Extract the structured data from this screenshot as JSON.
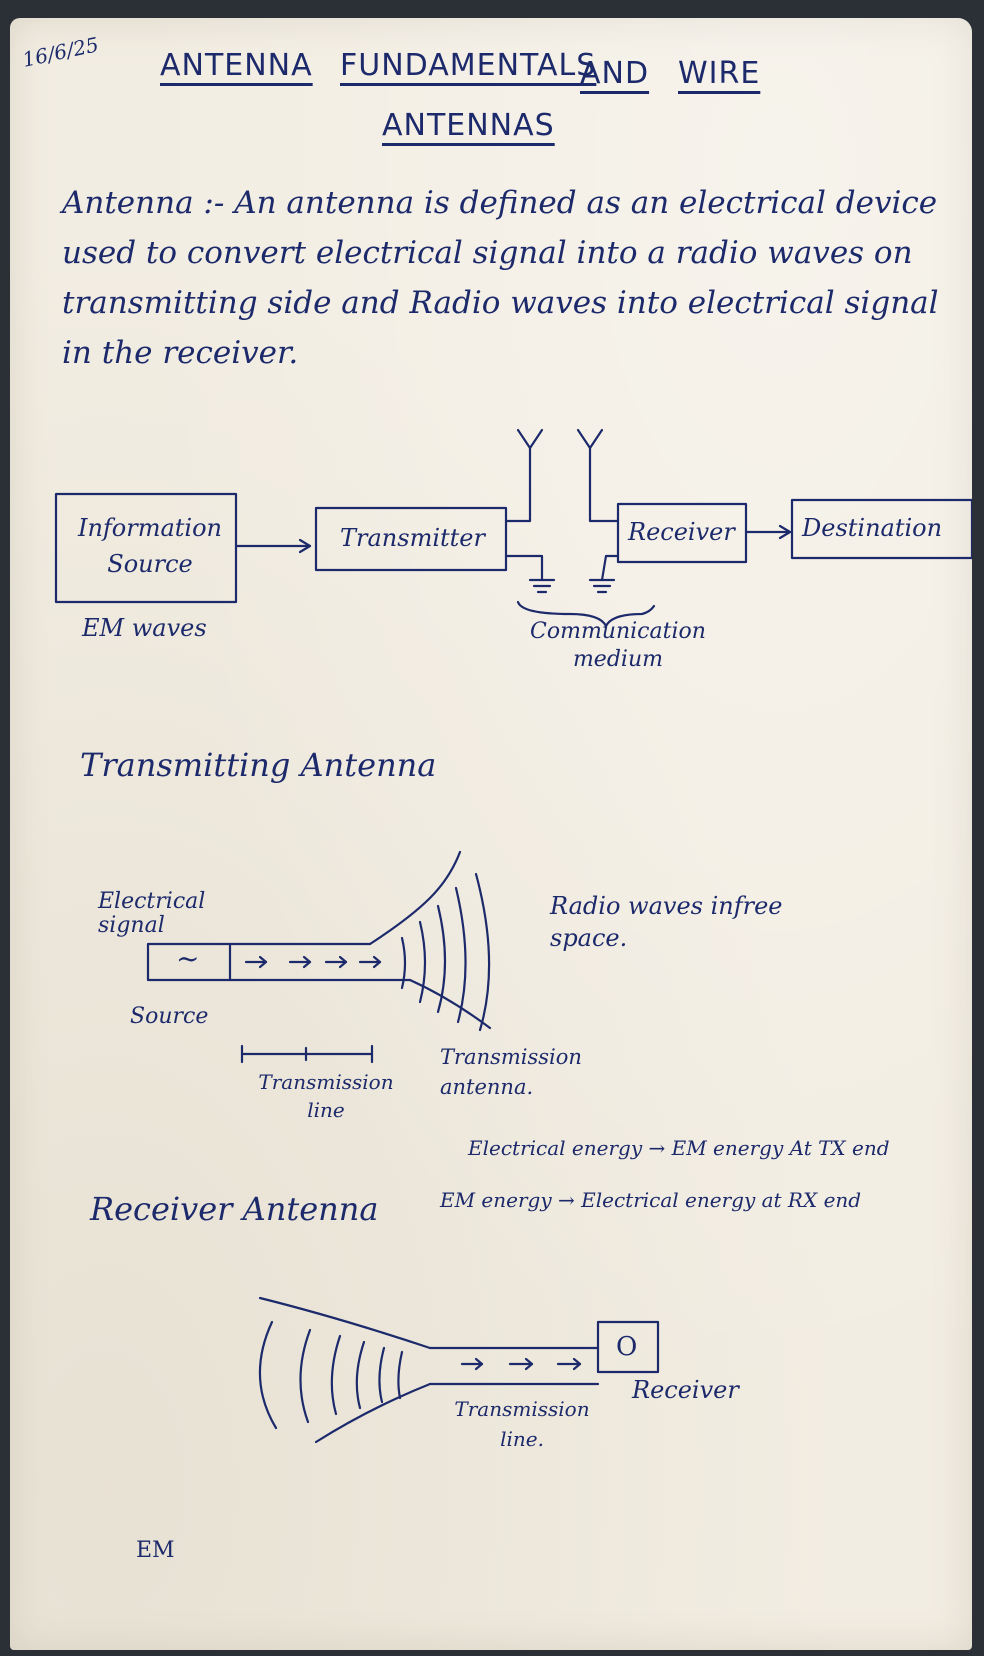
{
  "header": {
    "date": "16/6/25",
    "title_words": [
      "ANTENNA",
      "FUNDAMENTALS",
      "AND",
      "WIRE",
      "ANTENNAS"
    ]
  },
  "definition": {
    "term": "Antenna :-",
    "text": "An antenna is defined as an electrical device used to convert electrical signal into a radio waves on transmitting side and Radio waves into electrical signal in the receiver."
  },
  "block_diagram": {
    "boxes": [
      "Information Source",
      "Transmitter",
      "Receiver",
      "Destination"
    ],
    "below_source": "EM waves",
    "medium_label": "Communication\nmedium"
  },
  "transmitting_antenna": {
    "heading": "Transmitting Antenna",
    "electrical_signal": "Electrical signal",
    "source": "Source",
    "source_symbol": "~",
    "transmission_line": "Transmission line",
    "radio_waves": "Radio waves infree space.",
    "antenna_label": "Transmission antenna.",
    "energy_tx": "Electrical energy → EM energy At TX end",
    "energy_rx": "EM energy → Electrical energy at RX end"
  },
  "receiver_antenna": {
    "heading": "Receiver Antenna",
    "receiver_symbol": "O",
    "transmission_line": "Transmission line.",
    "receiver": "Receiver"
  },
  "footer": {
    "note": "EM"
  }
}
